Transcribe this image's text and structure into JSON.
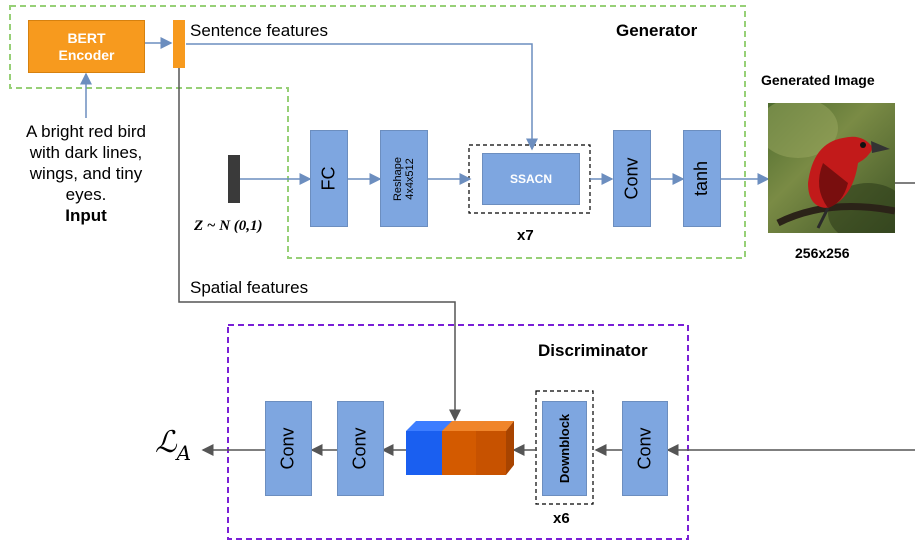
{
  "generator": {
    "title": "Generator",
    "bert_line1": "BERT",
    "bert_line2": "Encoder",
    "sentence_features": "Sentence features",
    "input_text": [
      "A bright red bird",
      "with dark lines,",
      "wings, and tiny",
      "eyes."
    ],
    "input_label": "Input",
    "noise_label": "Z ~ N (0,1)",
    "fc_label": "FC",
    "reshape_line1": "Reshape",
    "reshape_line2": "4x4x512",
    "ssacn_label": "SSACN",
    "ssacn_repeat": "x7",
    "conv_label": "Conv",
    "tanh_label": "tanh"
  },
  "output": {
    "title": "Generated Image",
    "size": "256x256"
  },
  "spatial_features": "Spatial features",
  "discriminator": {
    "title": "Discriminator",
    "conv_a": "Conv",
    "conv_b": "Conv",
    "conv_c": "Conv",
    "downblock_label": "Downblock",
    "downblock_repeat": "x6",
    "loss_main": "ℒ",
    "loss_sub": "A"
  },
  "colors": {
    "orange": "#f79a1e",
    "blue_box": "#7ea6e0",
    "green_dash": "#97d077",
    "purple_dash": "#7a1fd6",
    "arrow_blue": "#6c8ebf",
    "arrow_gray": "#555555"
  }
}
